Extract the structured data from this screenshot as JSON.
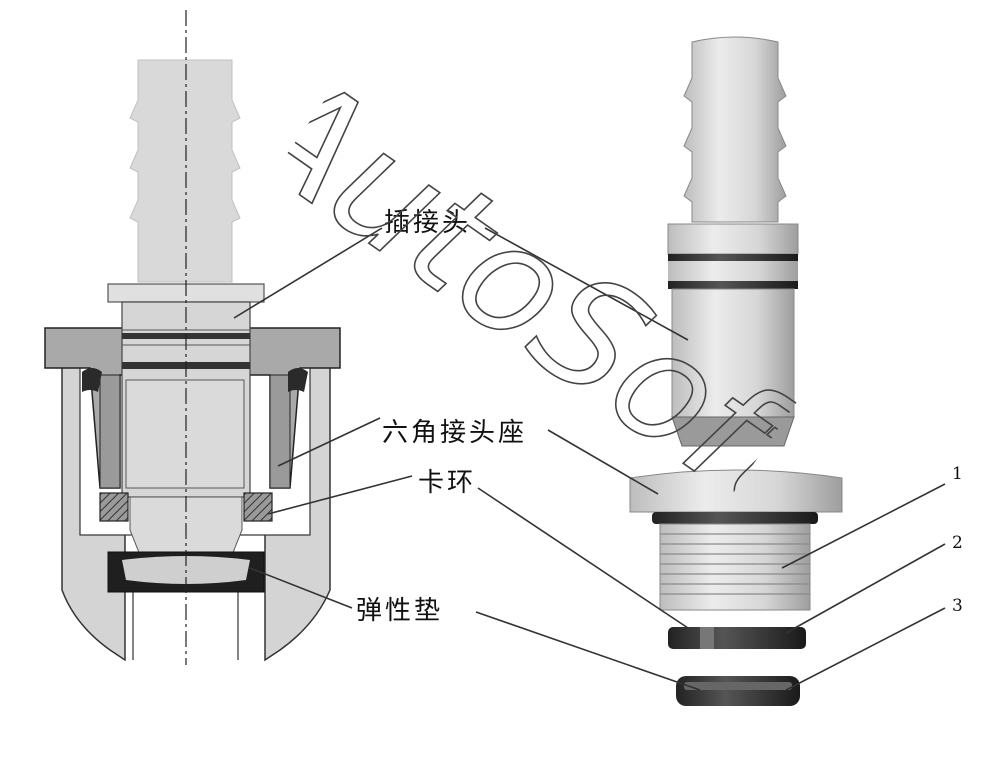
{
  "labels": {
    "plug_connector": "插接头",
    "hex_seat": "六角接头座",
    "snap_ring": "卡环",
    "elastic_pad": "弹性垫"
  },
  "numbers": {
    "n1": "1",
    "n2": "2",
    "n3": "3"
  },
  "watermark": "AutoSoft",
  "colors": {
    "part_light": "#d9d9d9",
    "part_mid": "#a9a9a9",
    "part_dark": "#3a3a3a",
    "outline": "#222222"
  }
}
